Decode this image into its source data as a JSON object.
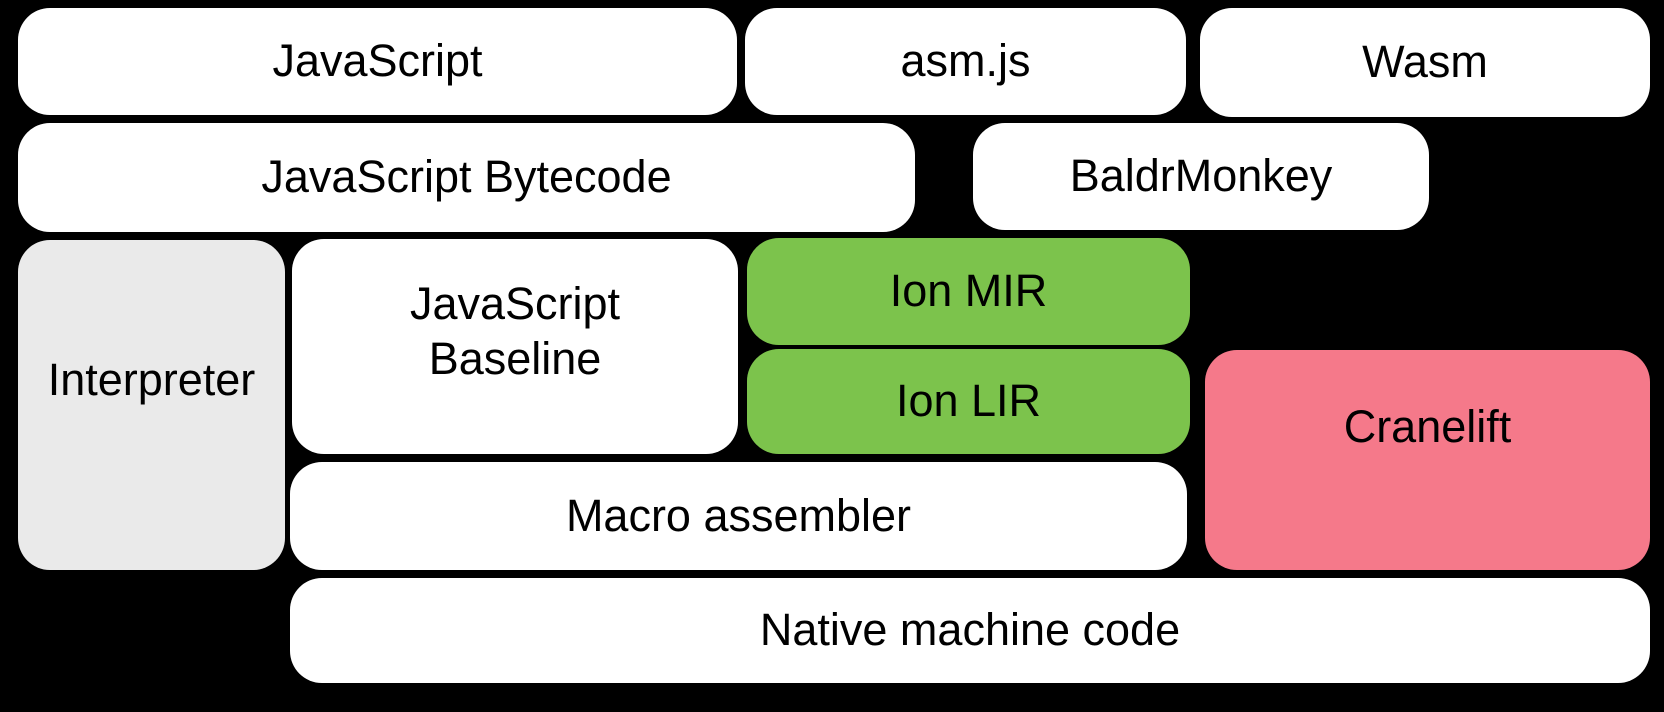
{
  "diagram": {
    "background_color": "#000000",
    "text_color": "#000000",
    "palette": {
      "white": "#ffffff",
      "gray": "#eaeaea",
      "green": "#7cc34c",
      "pink": "#f5798a"
    },
    "boxes": {
      "javascript": {
        "label": "JavaScript",
        "color": "#ffffff"
      },
      "asmjs": {
        "label": "asm.js",
        "color": "#ffffff"
      },
      "wasm": {
        "label": "Wasm",
        "color": "#ffffff"
      },
      "bytecode": {
        "label": "JavaScript Bytecode",
        "color": "#ffffff"
      },
      "baldrmonkey": {
        "label": "BaldrMonkey",
        "color": "#ffffff"
      },
      "interpreter": {
        "label": "Interpreter",
        "color": "#eaeaea"
      },
      "baseline": {
        "label": "JavaScript\nBaseline",
        "color": "#ffffff"
      },
      "ion_mir": {
        "label": "Ion MIR",
        "color": "#7cc34c"
      },
      "ion_lir": {
        "label": "Ion LIR",
        "color": "#7cc34c"
      },
      "cranelift": {
        "label": "Cranelift",
        "color": "#f5798a"
      },
      "macro_assembler": {
        "label": "Macro assembler",
        "color": "#ffffff"
      },
      "native_machine_code": {
        "label": "Native machine code",
        "color": "#ffffff"
      }
    }
  }
}
